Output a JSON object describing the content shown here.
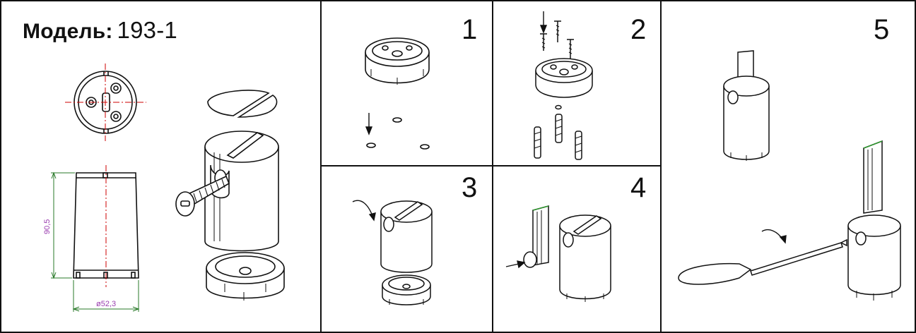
{
  "header": {
    "label": "Модель:",
    "model": "193-1"
  },
  "dimensions": {
    "height": "90,5",
    "diameter": "ø52,3"
  },
  "steps": [
    "1",
    "2",
    "3",
    "4",
    "5"
  ],
  "colors": {
    "line": "#111111",
    "centerline": "#cc0000",
    "dim_height": "#9b3fb0",
    "dim_width": "#1e8a1e",
    "blade": "#2aa02a"
  }
}
